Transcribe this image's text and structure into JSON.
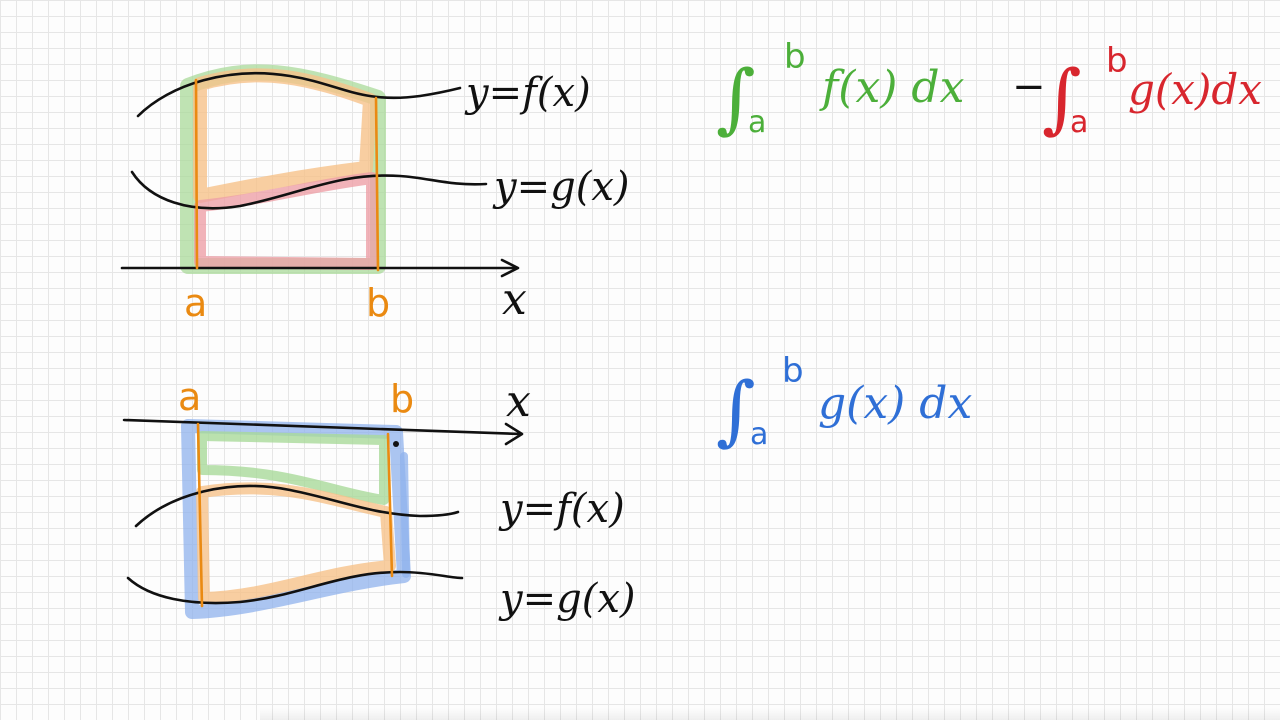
{
  "colors": {
    "ink": "#111111",
    "orange": "#ea8a12",
    "green": "#4caf3a",
    "red": "#d8262e",
    "blue": "#2f6fd6",
    "green_highlight": "#a9d99a",
    "orange_highlight": "#f6c28a",
    "red_highlight": "#eea0a8",
    "blue_highlight": "#8fb2ec"
  },
  "top": {
    "curve_f_label": "y=f(x)",
    "curve_g_label": "y=g(x)",
    "axis_label": "x",
    "a_label": "a",
    "b_label": "b",
    "formula": {
      "term1_lower": "a",
      "term1_upper": "b",
      "term1_integrand": "f(x) dx",
      "minus": "−",
      "term2_lower": "a",
      "term2_upper": "b",
      "term2_integrand": "g(x)dx"
    }
  },
  "bottom": {
    "curve_f_label": "y=f(x)",
    "curve_g_label": "y=g(x)",
    "axis_label": "x",
    "a_label": "a",
    "b_label": "b",
    "formula": {
      "lower": "a",
      "upper": "b",
      "integrand": "g(x) dx"
    }
  }
}
